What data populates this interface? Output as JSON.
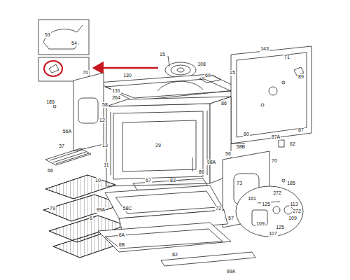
{
  "diagram": {
    "labels": [
      "53",
      "54",
      "15",
      "108",
      "143",
      "71",
      "70",
      "130",
      "69",
      "15",
      "89",
      "131",
      "264",
      "185",
      "58",
      "86",
      "12",
      "80",
      "87A",
      "87",
      "56A",
      "37",
      "13",
      "29",
      "58B",
      "62",
      "56",
      "11",
      "98A",
      "70",
      "66",
      "86",
      "10",
      "67",
      "83",
      "185",
      "73",
      "79",
      "99A",
      "58C",
      "72",
      "272",
      "161",
      "113",
      "125",
      "109",
      "272",
      "125",
      "6",
      "57",
      "107",
      "109",
      "6A",
      "6B",
      "82",
      "99A"
    ]
  }
}
